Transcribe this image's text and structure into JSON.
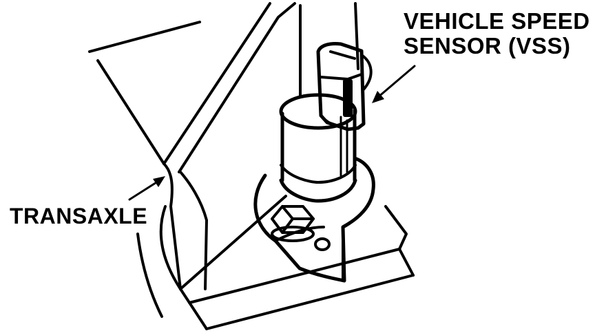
{
  "labels": {
    "vss_line1": "VEHICLE SPEED",
    "vss_line2": "SENSOR (VSS)",
    "transaxle": "TRANSAXLE"
  },
  "colors": {
    "ink": "#000000",
    "paper": "#ffffff"
  }
}
